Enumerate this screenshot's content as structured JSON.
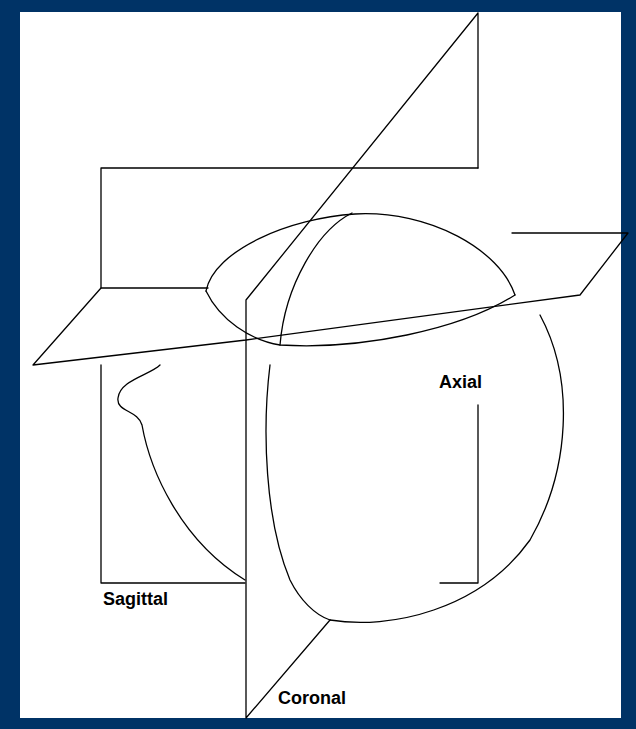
{
  "diagram": {
    "labels": [
      "Axial",
      "Sagittal",
      "Coronal"
    ]
  }
}
